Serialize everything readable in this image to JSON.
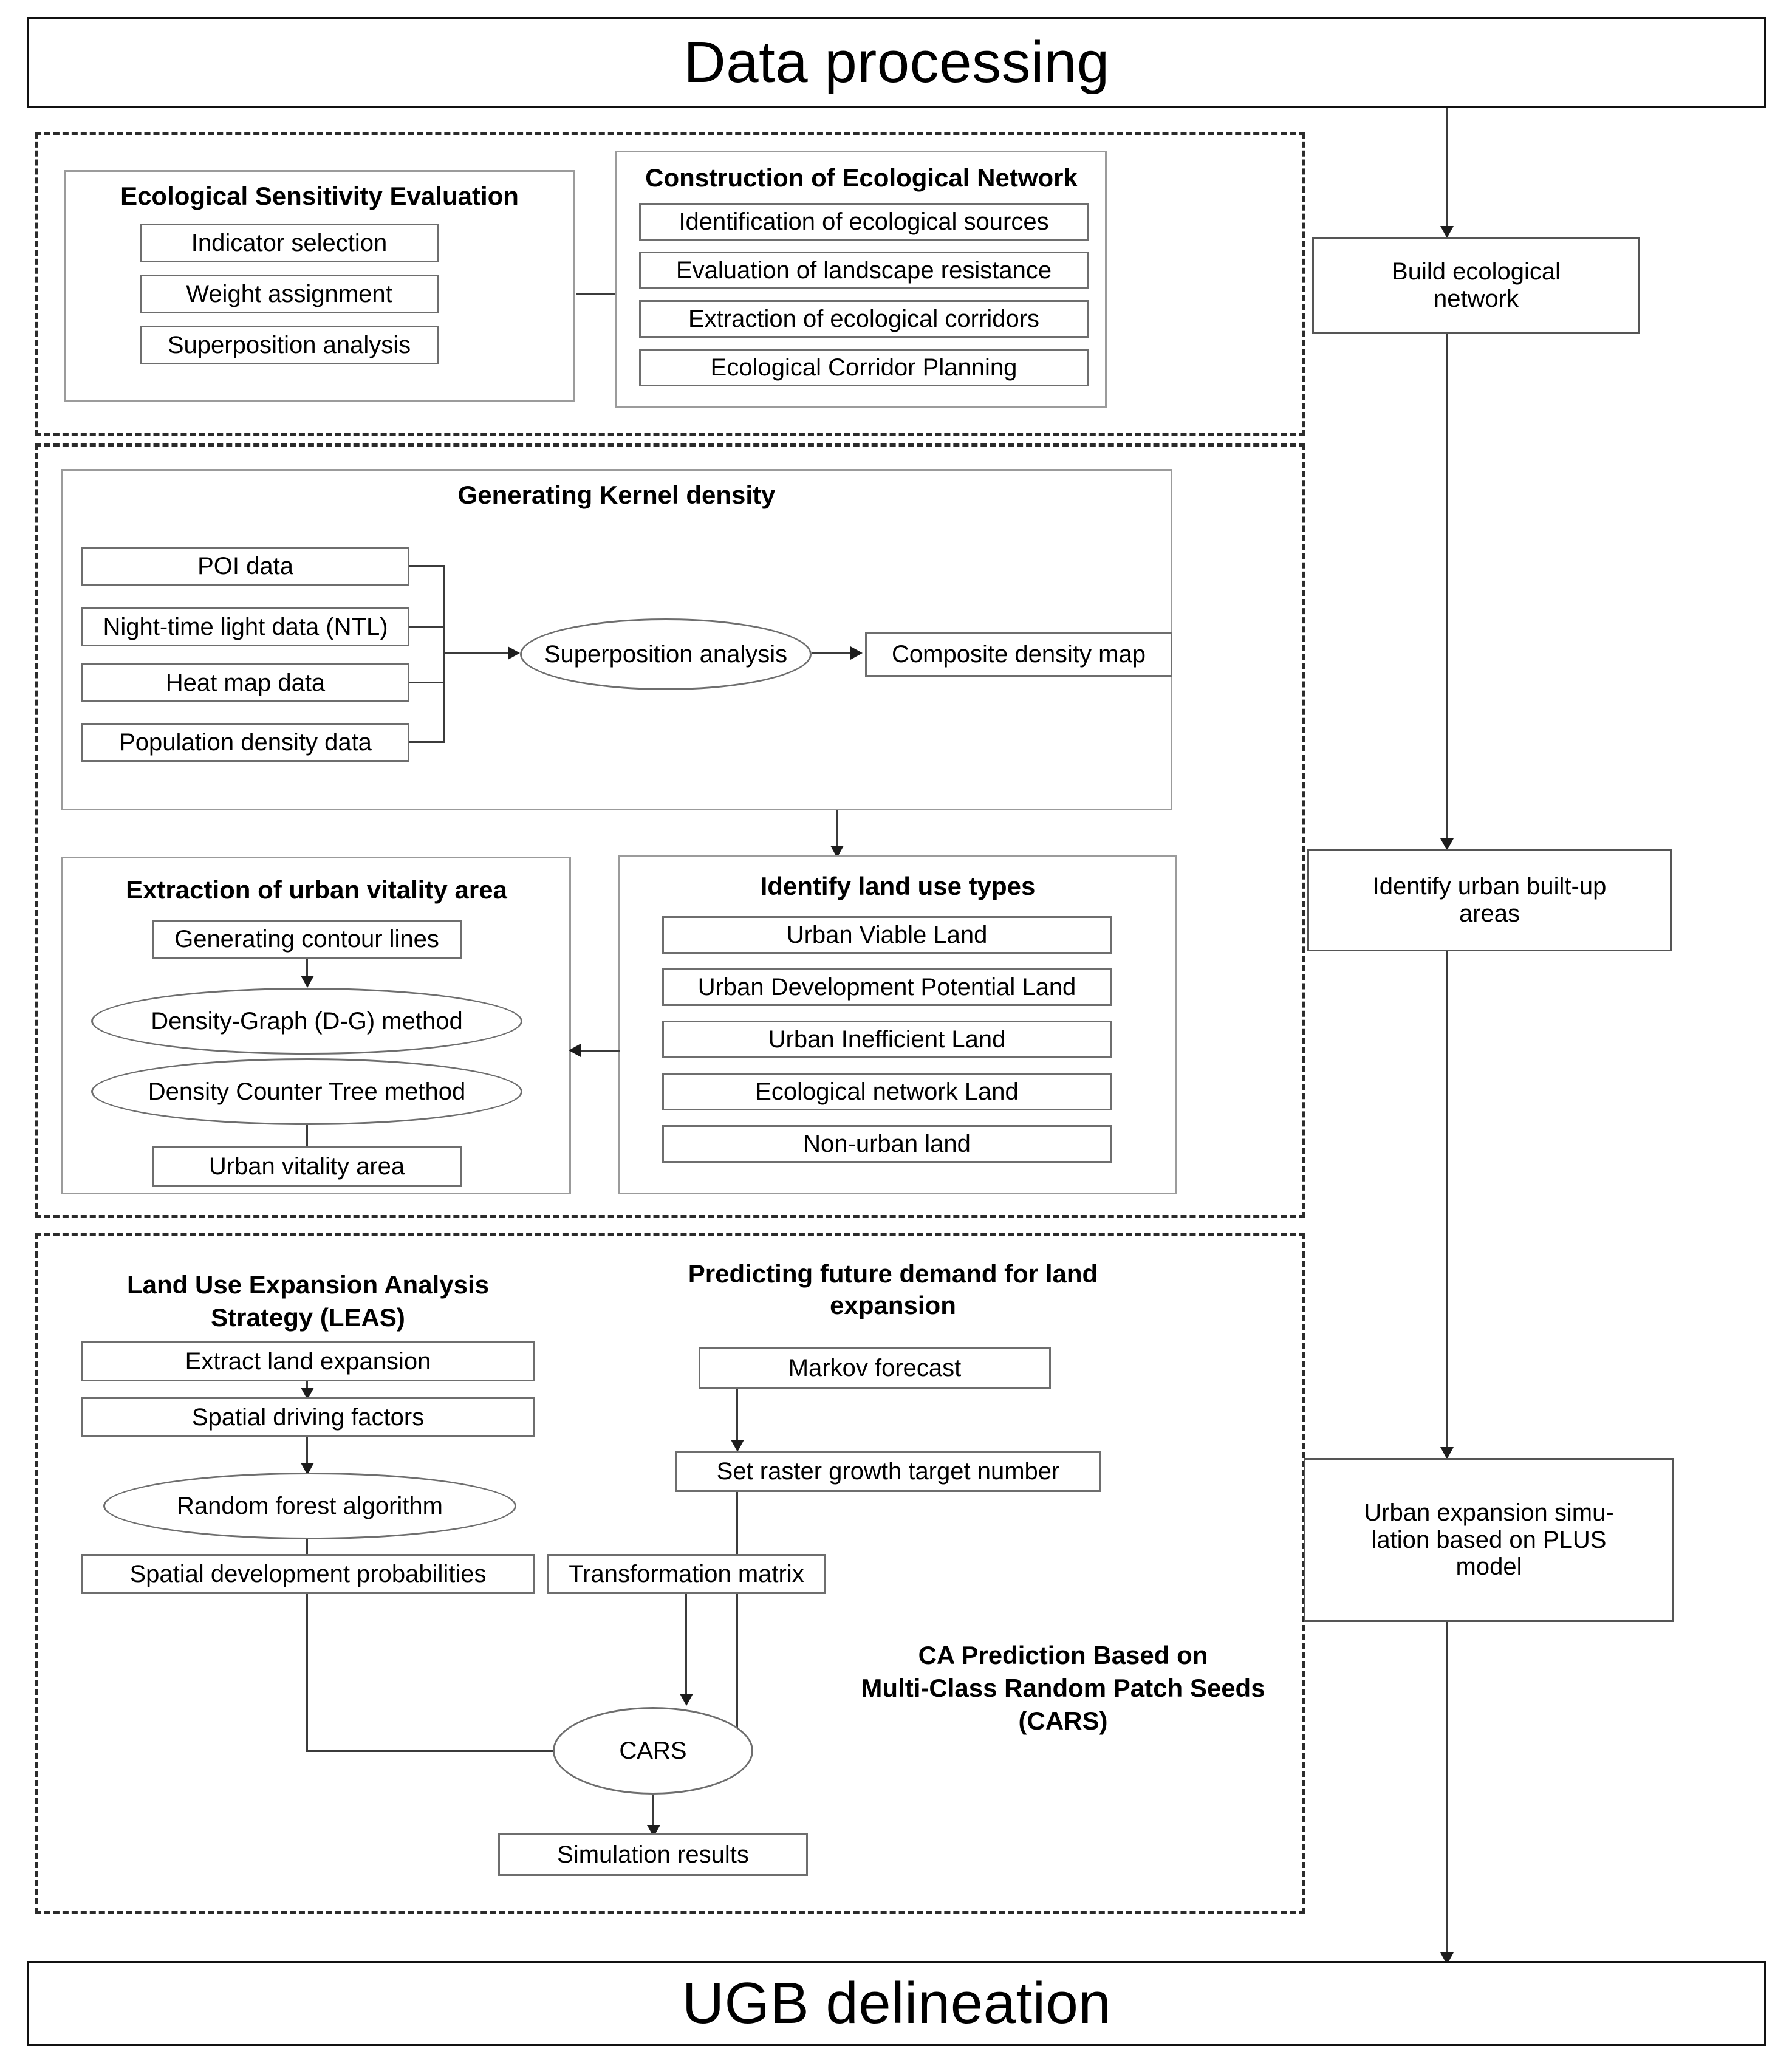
{
  "header": {
    "title": "Data processing"
  },
  "footer": {
    "title": "UGB delineation"
  },
  "section_ecology": {
    "ese": {
      "title": "Ecological Sensitivity Evaluation",
      "items": [
        "Indicator selection",
        "Weight assignment",
        "Superposition analysis"
      ]
    },
    "cen": {
      "title": "Construction of Ecological Network",
      "items": [
        "Identification of ecological sources",
        "Evaluation of landscape resistance",
        "Extraction of ecological corridors",
        "Ecological Corridor Planning"
      ]
    }
  },
  "section_density": {
    "kernel": {
      "title": "Generating Kernel density",
      "inputs": [
        "POI data",
        "Night-time light data (NTL)",
        "Heat map data",
        "Population density data"
      ],
      "process": "Superposition analysis",
      "output": "Composite density map"
    },
    "vitality": {
      "title": "Extraction of urban vitality area",
      "step_contour": "Generating contour lines",
      "method_dg": "Density-Graph (D-G) method",
      "method_dct": "Density Counter Tree method",
      "result": "Urban vitality area"
    },
    "landuse": {
      "title": "Identify land use types",
      "types": [
        "Urban Viable Land",
        "Urban Development Potential Land",
        "Urban Inefficient Land",
        "Ecological network Land",
        "Non-urban land"
      ]
    }
  },
  "section_simulation": {
    "leas": {
      "title": "Land Use Expansion Analysis\nStrategy (LEAS)",
      "title_line1": "Land Use Expansion Analysis",
      "title_line2": "Strategy (LEAS)",
      "steps": [
        "Extract land expansion",
        "Spatial driving factors"
      ],
      "algorithm": "Random forest algorithm",
      "result": "Spatial development probabilities"
    },
    "demand": {
      "title_line1": "Predicting future demand for land",
      "title_line2": "expansion",
      "steps": [
        "Markov forecast",
        "Set raster growth target number"
      ]
    },
    "cars": {
      "matrix": "Transformation matrix",
      "node": "CARS",
      "result": "Simulation results",
      "title_line1": "CA Prediction Based on",
      "title_line2": "Multi-Class Random Patch Seeds",
      "title_line3": "(CARS)"
    }
  },
  "right_column": {
    "build_network_l1": "Build ecological",
    "build_network_l2": "network",
    "identify_builtup_l1": "Identify urban built-up",
    "identify_builtup_l2": "areas",
    "plus_model_l1": "Urban expansion simu-",
    "plus_model_l2": "lation based on PLUS",
    "plus_model_l3": "model"
  },
  "colors": {
    "line": "#3b3b3b",
    "box_border": "#6e6e6e",
    "dashed_border": "#2b2b2b",
    "banner_border": "#111111",
    "background": "#ffffff"
  }
}
